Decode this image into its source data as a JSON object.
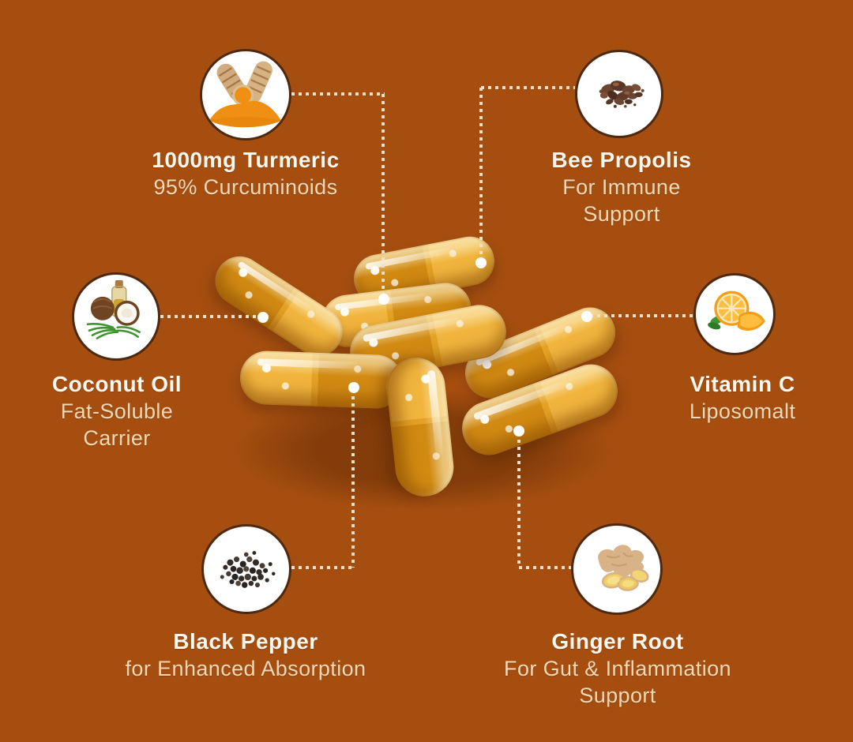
{
  "infographic": {
    "background_color": "#A54E10",
    "center_image": "pile of eight amber turmeric capsules",
    "colors": {
      "heading": "#FCF7EF",
      "subtitle": "#F3D9B8",
      "connector": "#F0E0C8",
      "connector_dot": "#FFFFFF",
      "circle_border": "#4E2910",
      "capsule": "#E3A125"
    },
    "callouts": [
      {
        "id": "turmeric",
        "icon": "turmeric-icon",
        "title": "1000mg Turmeric",
        "subtitle_lines": [
          "95% Curcuminoids"
        ]
      },
      {
        "id": "bee-propolis",
        "icon": "bee-propolis-icon",
        "title": "Bee Propolis",
        "subtitle_lines": [
          "For Immune",
          "Support"
        ]
      },
      {
        "id": "coconut-oil",
        "icon": "coconut-oil-icon",
        "title": "Coconut Oil",
        "subtitle_lines": [
          "Fat-Soluble",
          "Carrier"
        ]
      },
      {
        "id": "vitamin-c",
        "icon": "vitamin-c-icon",
        "title": "Vitamin C",
        "subtitle_lines": [
          "Liposomalt"
        ]
      },
      {
        "id": "black-pepper",
        "icon": "black-pepper-icon",
        "title": "Black Pepper",
        "subtitle_lines": [
          "for Enhanced Absorption"
        ]
      },
      {
        "id": "ginger-root",
        "icon": "ginger-root-icon",
        "title": "Ginger Root",
        "subtitle_lines": [
          "For Gut & Inflammation",
          "Support"
        ]
      }
    ]
  }
}
